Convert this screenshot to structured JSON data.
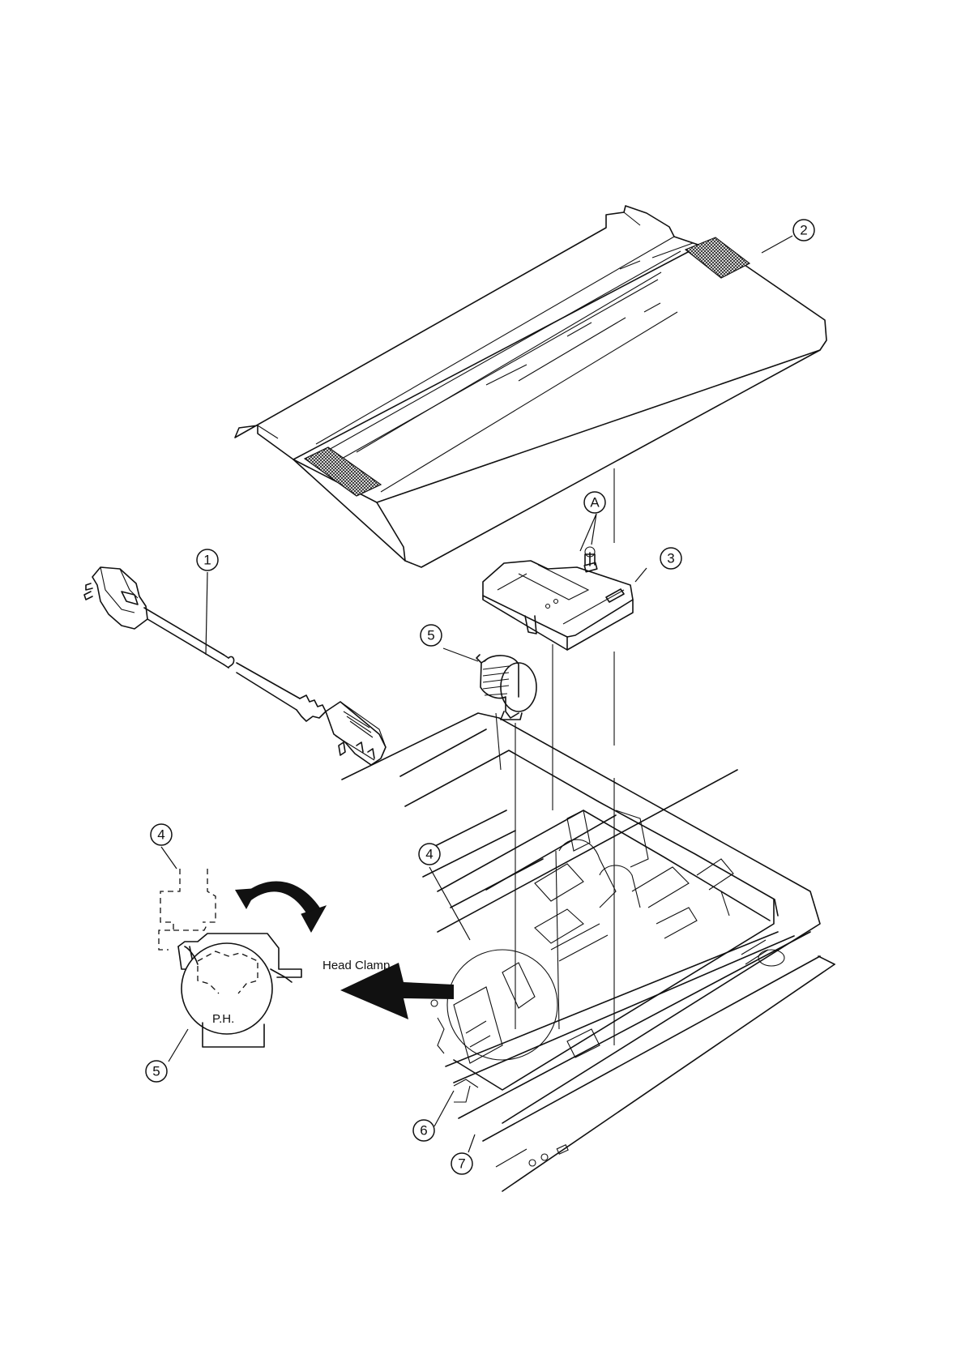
{
  "callouts": {
    "c1": "1",
    "c2": "2",
    "c3": "3",
    "cA": "A",
    "c4_detail": "4",
    "c4_main": "4",
    "c5_head": "5",
    "c5_detail": "5",
    "c6": "6",
    "c7": "7"
  },
  "labels": {
    "head_clamp": "Head Clamp",
    "print_head_abbrev": "P.H."
  },
  "colors": {
    "line": "#111111",
    "background": "#ffffff"
  }
}
